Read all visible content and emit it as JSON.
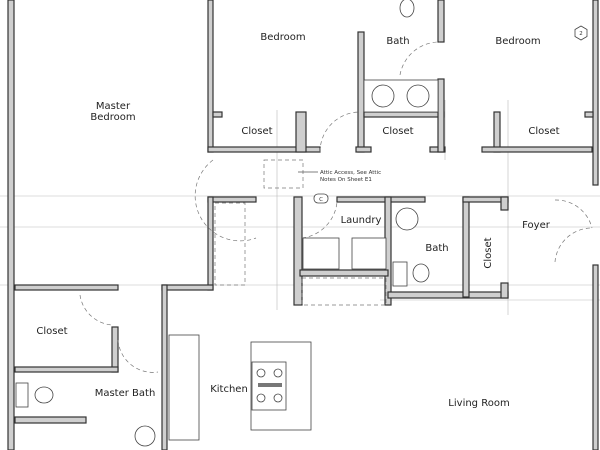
{
  "rooms": {
    "bedroom_top_left": "Bedroom",
    "bath_top": "Bath",
    "bedroom_top_right": "Bedroom",
    "master_bedroom_line1": "Master",
    "master_bedroom_line2": "Bedroom",
    "closet_1": "Closet",
    "closet_2": "Closet",
    "closet_3": "Closet",
    "laundry": "Laundry",
    "bath_center": "Bath",
    "closet_vertical": "Closet",
    "foyer": "Foyer",
    "master_closet": "Closet",
    "master_bath": "Master Bath",
    "kitchen": "Kitchen",
    "living_room": "Living Room"
  },
  "notes": {
    "attic_line1": "Attic Access, See Attic",
    "attic_line2": "Notes On Sheet E1"
  },
  "tags": {
    "section_tag": "C",
    "detail_tag": "2"
  }
}
